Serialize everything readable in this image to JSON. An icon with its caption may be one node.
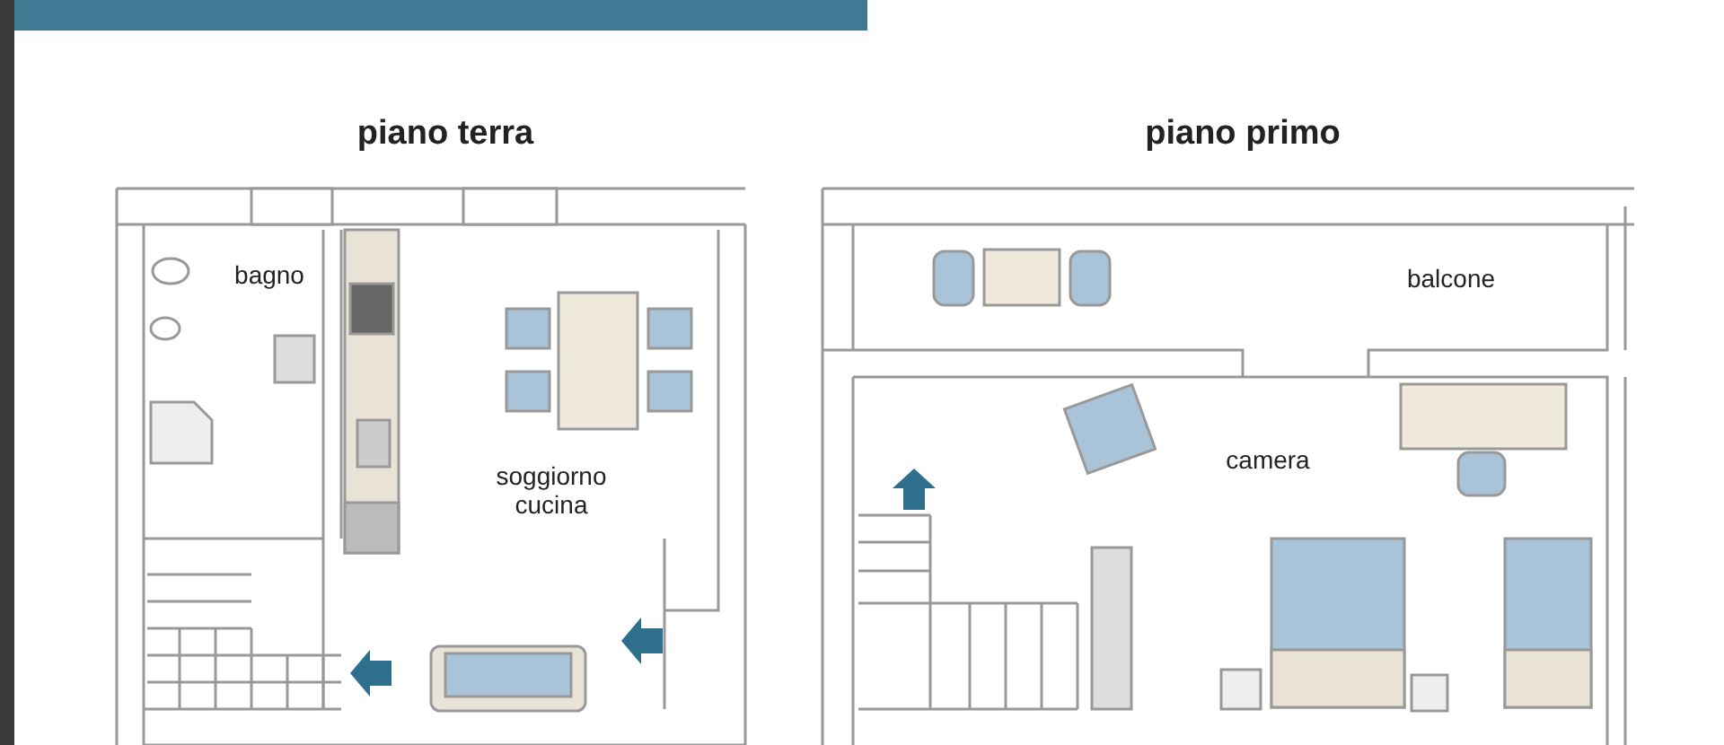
{
  "diagram": {
    "labels": [
      "piano terra",
      "piano primo",
      "bagno",
      "soggiorno cucina",
      "balcone",
      "camera"
    ]
  }
}
